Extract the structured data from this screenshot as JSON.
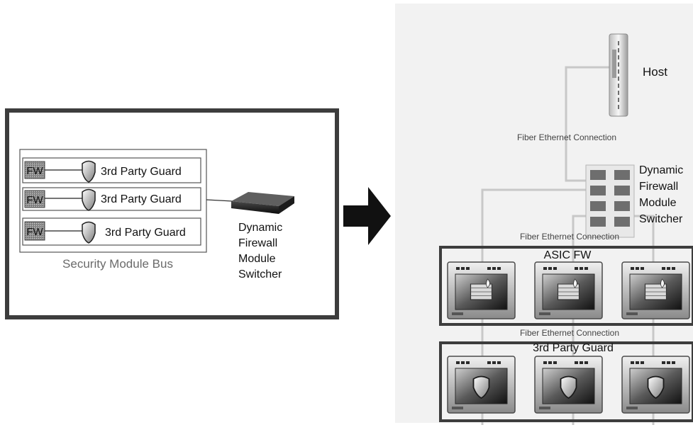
{
  "left_panel": {
    "modules": [
      {
        "fw_label": "FW",
        "guard_label": "3rd Party Guard"
      },
      {
        "fw_label": "FW",
        "guard_label": "3rd Party Guard"
      },
      {
        "fw_label": "FW",
        "guard_label": "3rd Party Guard"
      }
    ],
    "bus_label": "Security Module Bus",
    "switcher_label": [
      "Dynamic",
      "Firewall",
      "Module",
      "Switcher"
    ]
  },
  "right_panel": {
    "host_label": "Host",
    "fiber_label_top": "Fiber Ethernet Connection",
    "fiber_label_middle": "Fiber Ethernet Connection",
    "fiber_label_bottom": "Fiber Ethernet Connection",
    "switcher_label": [
      "Dynamic",
      "Firewall",
      "Module",
      "Switcher"
    ],
    "asic_group_label": "ASIC FW",
    "guard_group_label": "3rd Party Guard",
    "asic_module_count": 3,
    "guard_module_count": 3
  },
  "colors": {
    "frame": "#3d3d3d",
    "arrow": "#111111",
    "connection": "#c8c8c8",
    "panel_bg": "#f2f2f2"
  }
}
